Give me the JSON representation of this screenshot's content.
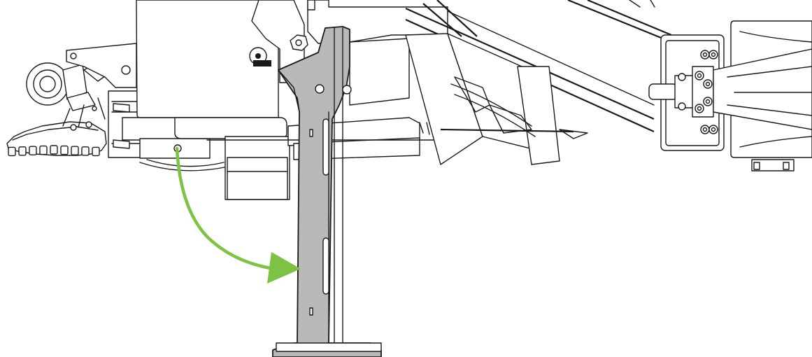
{
  "diagram": {
    "highlight_color": "#b9b9b9",
    "arrow_color": "#7dc242",
    "line_color": "#1a1a1a",
    "background_color": "#ffffff",
    "parts": [
      "mower-deck-assembly",
      "parking-stand",
      "hitch-frame",
      "rotation-arrow"
    ]
  }
}
